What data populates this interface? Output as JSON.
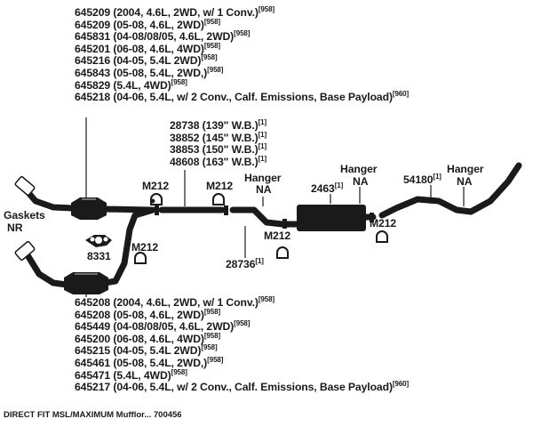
{
  "upper_part_list": [
    {
      "text": "645209 (2004, 4.6L, 2WD, w/ 1 Conv.)",
      "note": "[958]"
    },
    {
      "text": "645209 (05-08, 4.6L, 2WD)",
      "note": "[958]"
    },
    {
      "text": "645831 (04-08/08/05, 4.6L, 2WD)",
      "note": "[958]"
    },
    {
      "text": "645201 (06-08, 4.6L, 4WD)",
      "note": "[958]"
    },
    {
      "text": "645216 (04-05, 5.4L 2WD)",
      "note": "[958]"
    },
    {
      "text": "645843 (05-08, 5.4L, 2WD,)",
      "note": "[958]"
    },
    {
      "text": "645829 (5.4L, 4WD)",
      "note": "[958]"
    },
    {
      "text": "645218 (04-06, 5.4L, w/ 2 Conv., Calf. Emissions, Base Payload)",
      "note": "[960]"
    }
  ],
  "lower_part_list": [
    {
      "text": "645208 (2004, 4.6L, 2WD, w/ 1 Conv.)",
      "note": "[958]"
    },
    {
      "text": "645208 (05-08, 4.6L, 2WD)",
      "note": "[958]"
    },
    {
      "text": "645449 (04-08/08/05, 4.6L, 2WD)",
      "note": "[958]"
    },
    {
      "text": "645200 (06-08, 4.6L, 4WD)",
      "note": "[958]"
    },
    {
      "text": "645215 (04-05, 5.4L 2WD)",
      "note": "[958]"
    },
    {
      "text": "645461 (05-08, 5.4L, 2WD,)",
      "note": "[958]"
    },
    {
      "text": "645471 (5.4L, 4WD)",
      "note": "[958]"
    },
    {
      "text": "645217 (04-06, 5.4L, w/ 2 Conv., Calf. Emissions, Base Payload)",
      "note": "[960]"
    }
  ],
  "wheelbase_list": [
    {
      "text": "28738 (139\" W.B.)",
      "note": "[1]"
    },
    {
      "text": "38852 (145\" W.B.)",
      "note": "[1]"
    },
    {
      "text": "38853 (150\" W.B.)",
      "note": "[1]"
    },
    {
      "text": "48608 (163\" W.B.)",
      "note": "[1]"
    }
  ],
  "labels": {
    "gaskets": "Gaskets",
    "nr": "NR",
    "clamp": "M212",
    "hanger": "Hanger",
    "na": "NA",
    "gasket_part": "8331",
    "muffler_part": "2463",
    "muffler_note": "[1]",
    "tail_part": "54180",
    "tail_note": "[1]",
    "intermediate_part": "28736",
    "intermediate_note": "[1]"
  },
  "caption": "DIRECT FIT MSL/MAXIMUM Mufflor... 700456"
}
